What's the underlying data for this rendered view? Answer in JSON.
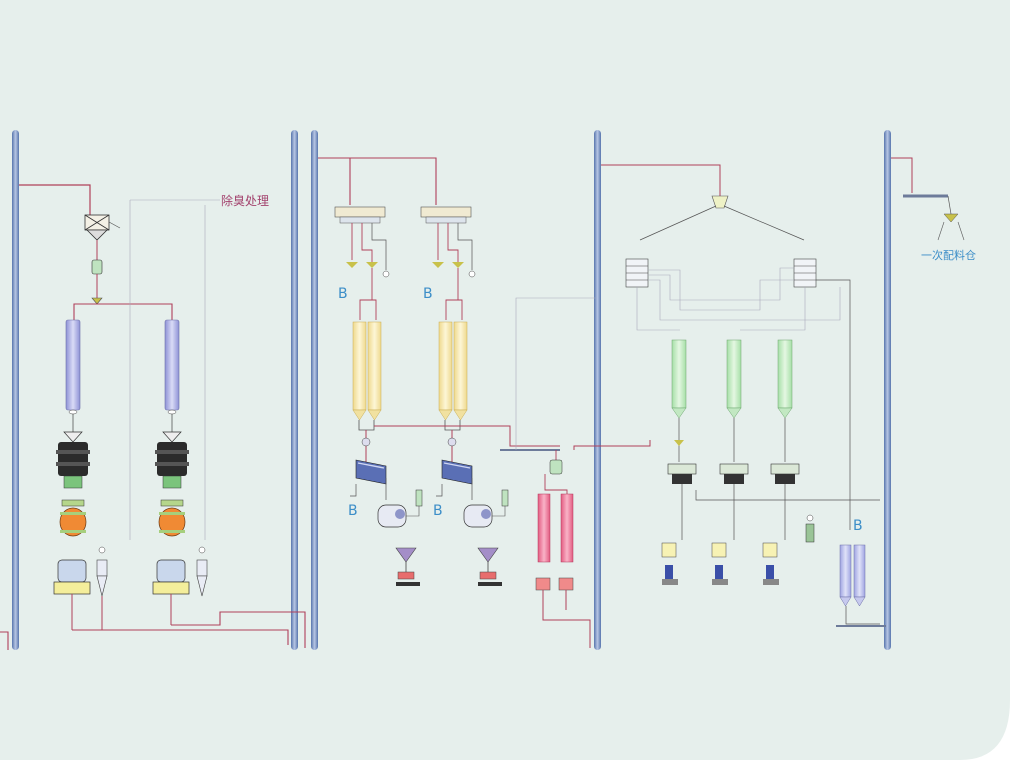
{
  "diagram": {
    "title": "",
    "labels": {
      "deodorization": "除臭处理",
      "primary_batching": "一次配料仓",
      "b_marker": "B"
    }
  },
  "colors": {
    "background": "#e6efec",
    "page_white": "#ffffff",
    "pipe_red": "#b0405a",
    "pipe_grey": "#8a8f95",
    "column_blue": "#6b86b8",
    "silo_yellow": "#f7ecb5",
    "silo_green": "#c7ecc6",
    "silo_pink": "#ef7c9a",
    "silo_lavender": "#c6c9ee",
    "text_pink": "#a3436e",
    "text_blue": "#3c8ec8",
    "orange_vessel": "#f08a34"
  }
}
